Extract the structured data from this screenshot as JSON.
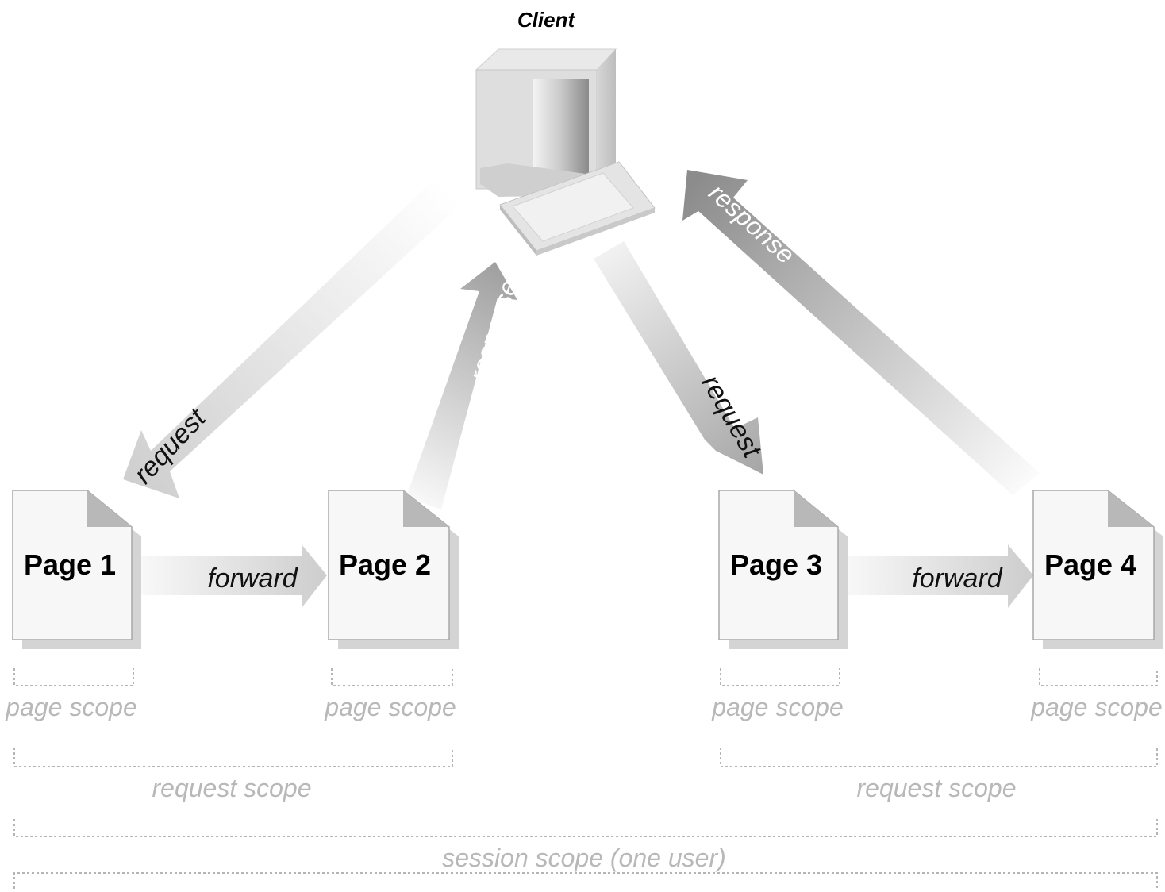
{
  "client": {
    "label": "Client"
  },
  "pages": [
    {
      "label": "Page 1"
    },
    {
      "label": "Page 2"
    },
    {
      "label": "Page 3"
    },
    {
      "label": "Page 4"
    }
  ],
  "arrows": {
    "request_1": "request",
    "response_2": "response",
    "request_3": "request",
    "response_4": "response",
    "forward_12": "forward",
    "forward_34": "forward"
  },
  "scopes": {
    "page_scope": [
      "page scope",
      "page scope",
      "page scope",
      "page scope"
    ],
    "request_scope": [
      "request scope",
      "request scope"
    ],
    "session_scope": "session scope (one user)"
  },
  "colors": {
    "arrow_dark": "#8f8f8f",
    "arrow_light": "#f2f2f2",
    "scope_text": "#b8b8b8",
    "page_fill": "#f7f7f7",
    "page_shadow": "#cfcfcf"
  }
}
